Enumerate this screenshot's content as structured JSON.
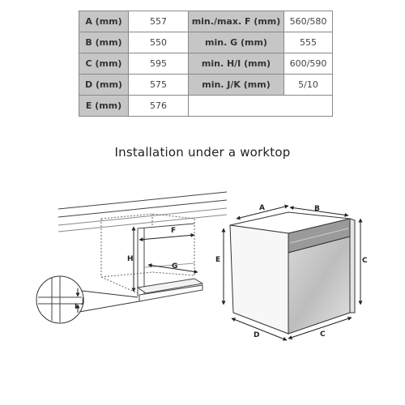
{
  "table": {
    "rows": [
      [
        {
          "label": "A (mm)",
          "value": "557"
        },
        {
          "label": "min./max. F (mm)",
          "value": "560/580"
        }
      ],
      [
        {
          "label": "B (mm)",
          "value": "550"
        },
        {
          "label": "min. G (mm)",
          "value": "555"
        }
      ],
      [
        {
          "label": "C (mm)",
          "value": "595"
        },
        {
          "label": "min. H/I (mm)",
          "value": "600/590"
        }
      ],
      [
        {
          "label": "D (mm)",
          "value": "575"
        },
        {
          "label": "min. J/K (mm)",
          "value": "5/10"
        }
      ],
      [
        {
          "label": "E (mm)",
          "value": "576"
        },
        null
      ]
    ]
  },
  "caption": "Installation under a worktop",
  "labels": {
    "F": "F",
    "G": "G",
    "H": "H",
    "I": "I",
    "J": "J",
    "A": "A",
    "B": "B",
    "C_side": "C",
    "C_bottom": "C",
    "D": "D",
    "E": "E"
  },
  "colors": {
    "header_cell": "#c6c6c6",
    "border": "#888888",
    "line": "#333333"
  }
}
